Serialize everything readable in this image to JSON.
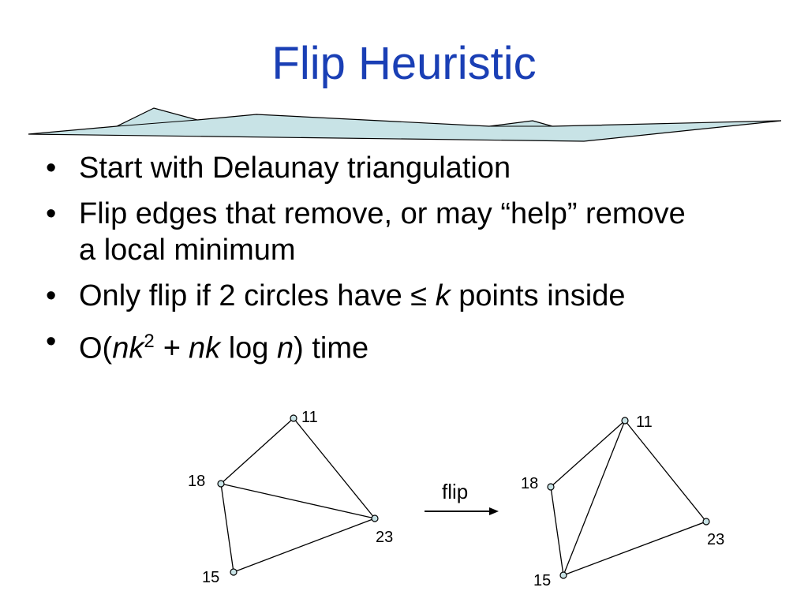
{
  "title": "Flip Heuristic",
  "colors": {
    "title": "#1a3fb5",
    "terrain_fill": "#c8e3e6",
    "node_fill": "#c8e3e6"
  },
  "bullets": [
    {
      "text": "Start with Delaunay triangulation"
    },
    {
      "text": "Flip edges that remove, or may “help” remove a local minimum"
    },
    {
      "prefix": "Only flip if 2 circles have ≤ ",
      "var": "k",
      "suffix": " points inside"
    },
    {
      "o": "O(",
      "nk": "nk",
      "exp": "2",
      "plus": " + ",
      "nk2": "nk",
      "log": " log ",
      "n": "n",
      "close": ") time"
    }
  ],
  "diagram": {
    "flip_label": "flip",
    "before": {
      "labels": {
        "n11": "11",
        "n18": "18",
        "n23": "23",
        "n15": "15"
      }
    },
    "after": {
      "labels": {
        "n11": "11",
        "n18": "18",
        "n23": "23",
        "n15": "15"
      }
    }
  }
}
